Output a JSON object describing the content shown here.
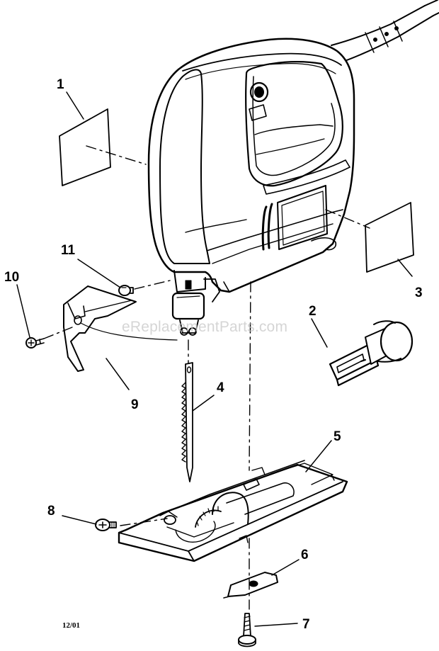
{
  "diagram": {
    "callouts": [
      {
        "id": "1",
        "label": "1"
      },
      {
        "id": "2",
        "label": "2"
      },
      {
        "id": "3",
        "label": "3"
      },
      {
        "id": "4",
        "label": "4"
      },
      {
        "id": "5",
        "label": "5"
      },
      {
        "id": "6",
        "label": "6"
      },
      {
        "id": "7",
        "label": "7"
      },
      {
        "id": "8",
        "label": "8"
      },
      {
        "id": "9",
        "label": "9"
      },
      {
        "id": "10",
        "label": "10"
      },
      {
        "id": "11",
        "label": "11"
      }
    ],
    "date_code": "12/01",
    "watermark": "eReplacementParts.com"
  }
}
